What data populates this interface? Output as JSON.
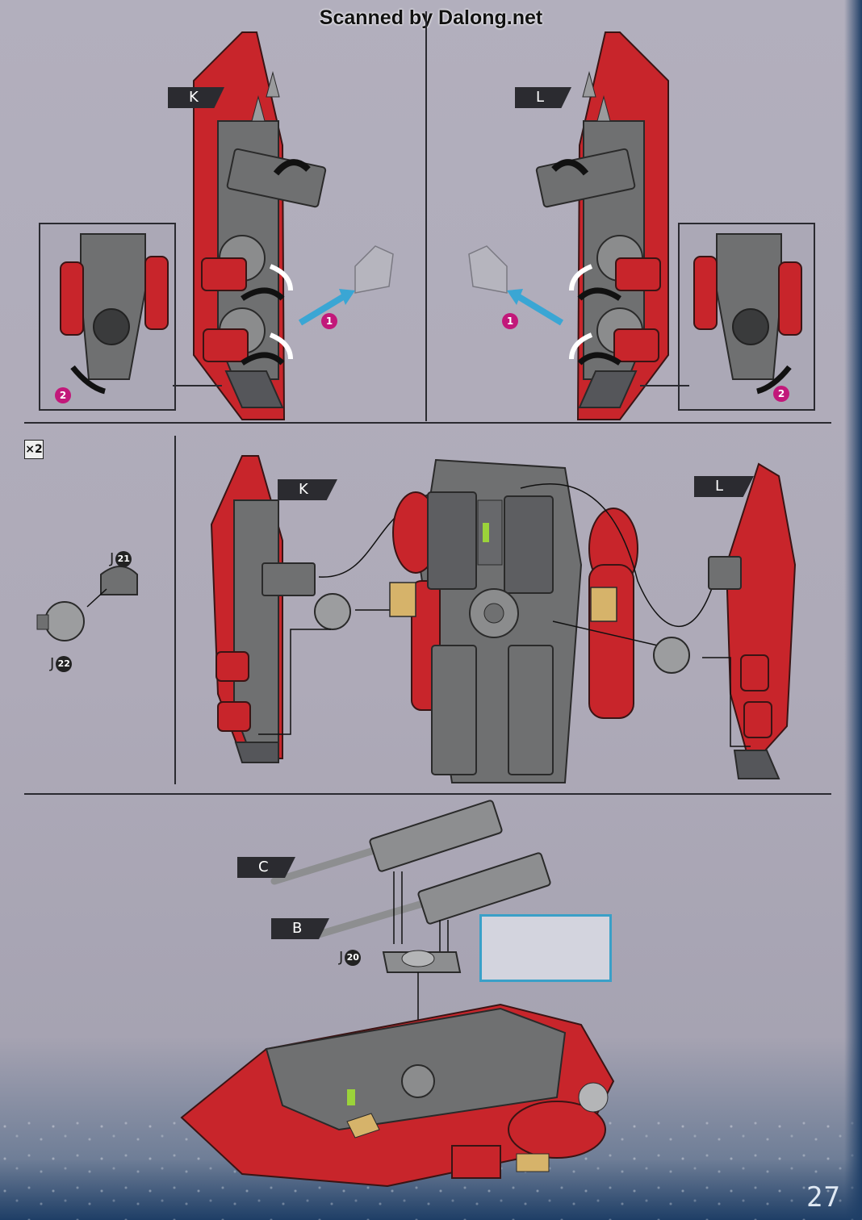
{
  "watermark": "Scanned by Dalong.net",
  "panel_k": {
    "label": "K",
    "step1": "1",
    "step2": "2"
  },
  "panel_l": {
    "label": "L",
    "step1": "1",
    "step2": "2"
  },
  "assembly": {
    "quantity": "×2",
    "part_j21": {
      "letter": "J",
      "num": "21"
    },
    "part_j22": {
      "letter": "J",
      "num": "22"
    },
    "label_k": "K",
    "label_l": "L"
  },
  "weapons": {
    "label_c": "C",
    "label_b": "B",
    "part_j20": {
      "letter": "J",
      "num": "20"
    }
  },
  "page_number": "27",
  "colors": {
    "red": "#c8252b",
    "gray": "#6f7071",
    "arrow_blue": "#3aa6d4",
    "step_magenta": "#c2187a"
  }
}
